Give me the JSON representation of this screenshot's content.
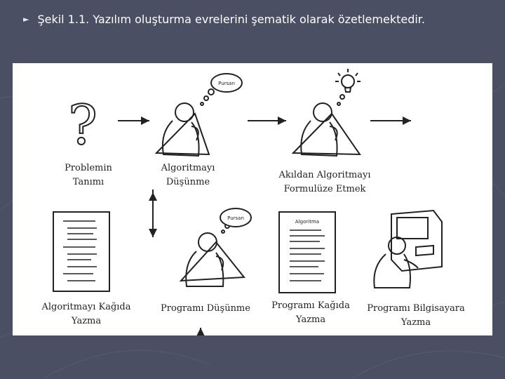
{
  "header": {
    "bullet": "►",
    "caption": "Şekil 1.1. Yazılım oluşturma evrelerini şematik olarak özetlemektedir."
  },
  "diagram": {
    "step1": {
      "line1": "Problemin",
      "line2": "Tanımı"
    },
    "step2": {
      "line1": "Algoritmayı",
      "line2": "Düşünme"
    },
    "step3": {
      "line1": "Akıldan Algoritmayı",
      "line2": "Formulüze Etmek"
    },
    "step4": {
      "line1": "Algoritmayı Kağıda",
      "line2": "Yazma"
    },
    "step5": {
      "line1": "Programı Düşünme"
    },
    "step6": {
      "line1": "Programı Kağıda",
      "line2": "Yazma"
    },
    "step7": {
      "line1": "Programı Bilgisayara",
      "line2": "Yazma"
    },
    "bubble1": "Pursan",
    "bubble2": "Pursan",
    "doc_title": "Algoritma"
  },
  "colors": {
    "background": "#4a4f63",
    "panel": "#ffffff",
    "ink": "#222222"
  },
  "icons": [
    "question-mark-icon",
    "thinking-person-icon",
    "lightbulb-icon",
    "document-icon",
    "computer-terminal-icon",
    "arrow-icon"
  ]
}
